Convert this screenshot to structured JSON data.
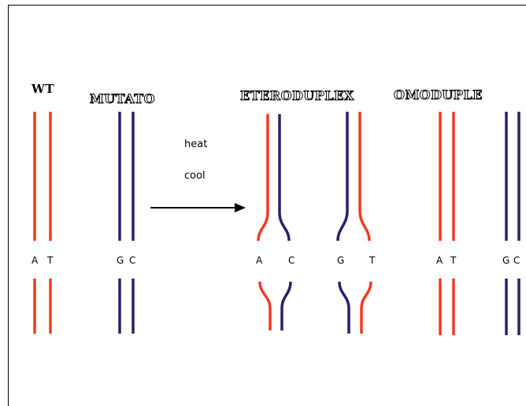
{
  "labels": {
    "wt": "WT",
    "mutant": "MUTATO",
    "heteroduplex": "ETERODUPLEX",
    "homoduplex": "OMODUPLE"
  },
  "process": {
    "heat": "heat",
    "cool": "cool"
  },
  "bases": {
    "wt": [
      "A",
      "T"
    ],
    "mutant": [
      "G",
      "C"
    ],
    "hetero1": [
      "A",
      "C"
    ],
    "hetero2": [
      "G",
      "T"
    ],
    "homo1": [
      "A",
      "T"
    ],
    "homo2": [
      "G",
      "C"
    ]
  },
  "colors": {
    "wildtype": "#f03a22",
    "mutant": "#2a1f6e",
    "arrow": "#000000"
  }
}
